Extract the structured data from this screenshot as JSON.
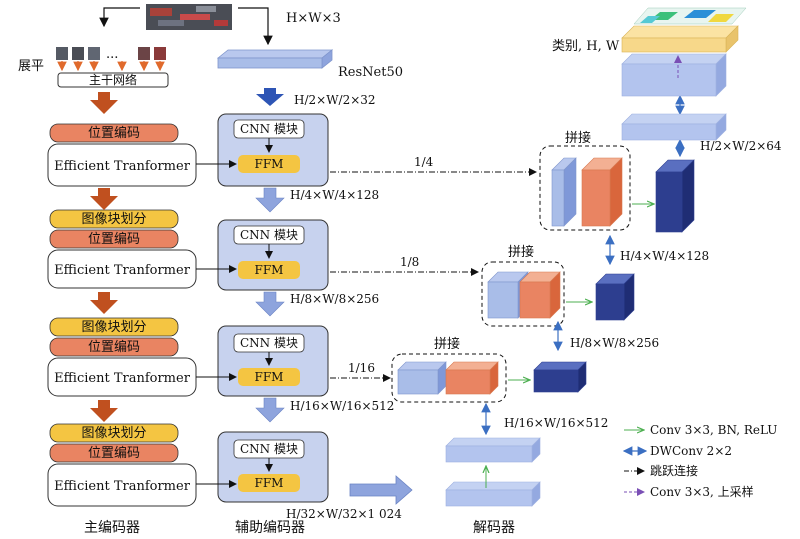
{
  "main_encoder": {
    "flatten": "展平",
    "backbone": "主干网络",
    "pos_encoding": "位置编码",
    "patch_partition": "图像块划分",
    "transformer": "Efficient Tranformer",
    "ellipsis": "...",
    "label": "主编码器"
  },
  "aux_encoder": {
    "input_size": "H×W×3",
    "resnet": "ResNet50",
    "cnn_module": "CNN 模块",
    "ffm": "FFM",
    "dims": [
      "H/2×W/2×32",
      "H/4×W/4×128",
      "H/8×W/8×256",
      "H/16×W/16×512",
      "H/32×W/32×1 024"
    ],
    "label": "辅助编码器"
  },
  "skip_ratios": [
    "1/4",
    "1/8",
    "1/16"
  ],
  "decoder": {
    "concat": "拼接",
    "class_label": "类别, H, W",
    "dims": [
      "H/2×W/2×64",
      "H/4×W/4×128",
      "H/8×W/8×256",
      "H/16×W/16×512"
    ],
    "label": "解码器"
  },
  "legend": [
    {
      "label": "Conv 3×3, BN, ReLU",
      "color": "#4caf50"
    },
    {
      "label": "DWConv 2×2",
      "color": "#3b6fc2"
    },
    {
      "label": "跳跃连接",
      "color": "#111111"
    },
    {
      "label": "Conv 3×3, 上采样",
      "color": "#7a4fb5"
    }
  ],
  "colors": {
    "orange_block": "#e98462",
    "ffm": "#f4c542",
    "module_bg": "#c7d2ee",
    "blue_light": "#a9bde8",
    "blue_dark": "#2d3e8f",
    "arrow_brown": "#c0501f"
  }
}
